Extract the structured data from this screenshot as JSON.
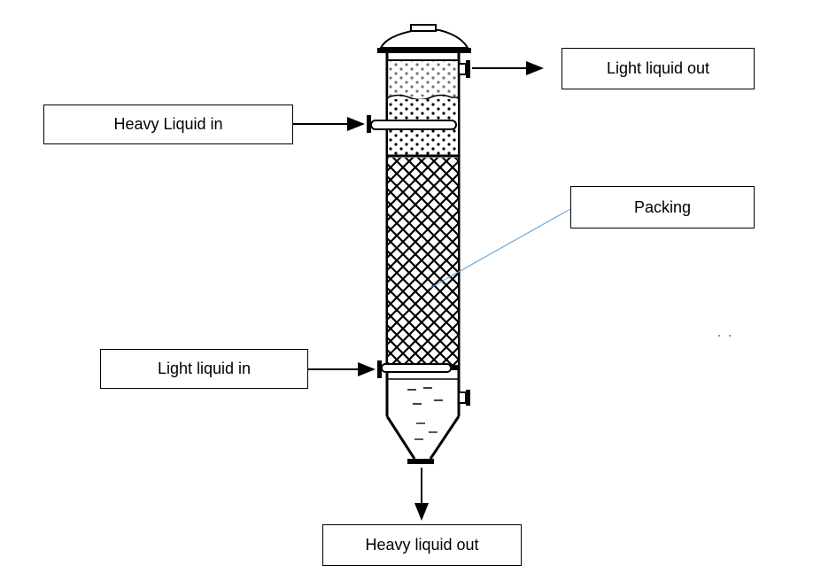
{
  "labels": {
    "light_liquid_out": "Light liquid out",
    "heavy_liquid_in": "Heavy Liquid in",
    "packing": "Packing",
    "light_liquid_in": "Light liquid in",
    "heavy_liquid_out": "Heavy liquid out"
  },
  "colors": {
    "line": "#000000",
    "leader_line": "#5b9bd5",
    "background": "#ffffff"
  }
}
